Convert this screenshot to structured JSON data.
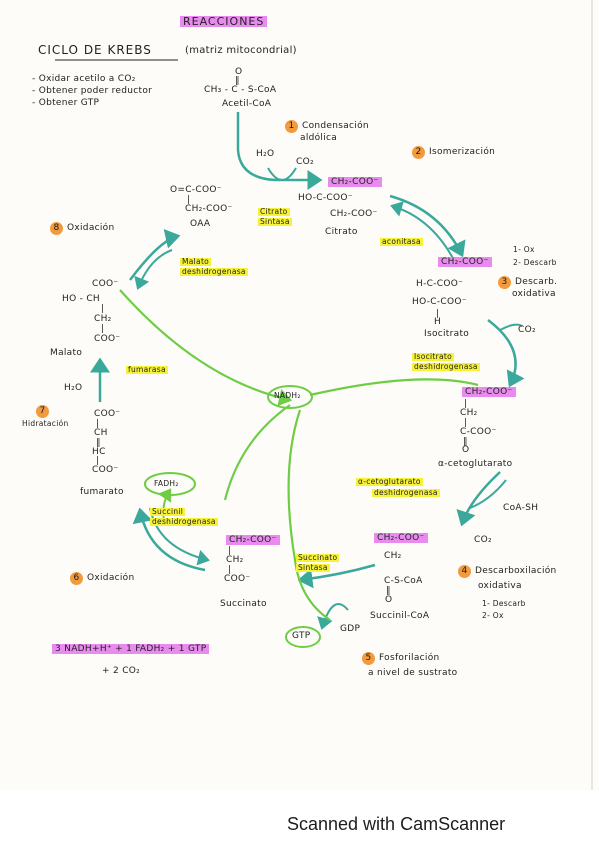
{
  "title": "REACCIONES",
  "heading": "CICLO DE KREBS",
  "heading_note": "(matriz mitocondrial)",
  "objectives": [
    "- Oxidar acetilo a CO₂",
    "- Obtener poder reductor",
    "- Obtener GTP"
  ],
  "acetylcoa": {
    "o": "O",
    "dbl": "‖",
    "formula": "CH₃ - C - S-CoA",
    "name": "Acetil-CoA"
  },
  "steps": [
    {
      "n": "1",
      "label": "Condensación",
      "label2": "aldólica"
    },
    {
      "n": "2",
      "label": "Isomerización"
    },
    {
      "n": "3",
      "label": "Descarb.",
      "label2": "oxidativa",
      "side1": "1- Ox",
      "side2": "2- Descarb"
    },
    {
      "n": "4",
      "label": "Descarboxilación",
      "label2": "oxidativa",
      "side1": "1- Descarb",
      "side2": "2- Ox"
    },
    {
      "n": "5",
      "label": "Fosforilación",
      "label2": "a nivel de sustrato"
    },
    {
      "n": "6",
      "label": "Oxidación"
    },
    {
      "n": "7",
      "label": "Hidratación"
    },
    {
      "n": "8",
      "label": "Oxidación"
    }
  ],
  "enzymes": {
    "citrato_sintasa": [
      "Citrato",
      "Sintasa"
    ],
    "aconitasa": "aconitasa",
    "isocitrato_dh": [
      "Isocitrato",
      "deshidrogenasa"
    ],
    "akg_dh": [
      "α-cetoglutarato",
      "deshidrogenasa"
    ],
    "succinato_sintasa": [
      "Succinato",
      "Sintasa"
    ],
    "succinil_dh": [
      "Succinil",
      "deshidrogenasa"
    ],
    "fumarasa": "fumarasa",
    "malato_dh": [
      "Malato",
      "deshidrogenasa"
    ]
  },
  "molecules": {
    "oaa": {
      "l1": "O=C-COO⁻",
      "l2": "|",
      "l3": "CH₂-COO⁻",
      "name": "OAA"
    },
    "citrato": {
      "l1": "CH₂-COO⁻",
      "l2": "HO-C-COO⁻",
      "l3": "CH₂-COO⁻",
      "name": "Citrato"
    },
    "isocitrato": {
      "l1": "CH₂-COO⁻",
      "l2": "H-C-COO⁻",
      "l3": "HO-C-COO⁻",
      "l4": "|",
      "l5": "H",
      "name": "Isocitrato"
    },
    "akg": {
      "l1": "CH₂-COO⁻",
      "l2": "|",
      "l3": "CH₂",
      "l4": "|",
      "l5": "C-COO⁻",
      "l6": "‖",
      "l7": "O",
      "name": "α-cetoglutarato"
    },
    "succoa": {
      "l1": "CH₂-COO⁻",
      "l2": "CH₂",
      "l3": "C-S-CoA",
      "l4": "‖",
      "l5": "O",
      "name": "Succinil-CoA"
    },
    "succinato": {
      "l1": "CH₂-COO⁻",
      "l2": "|",
      "l3": "CH₂",
      "l4": "|",
      "l5": "COO⁻",
      "name": "Succinato"
    },
    "fumarato": {
      "l1": "COO⁻",
      "l2": "|",
      "l3": "CH",
      "l4": "‖",
      "l5": "HC",
      "l6": "|",
      "l7": "COO⁻",
      "name": "fumarato"
    },
    "malato": {
      "l1": "COO⁻",
      "l2": "HO - CH",
      "l3": "|",
      "l4": "CH₂",
      "l5": "|",
      "l6": "COO⁻",
      "name": "Malato"
    }
  },
  "cofactors": {
    "h2o_top": "H₂O",
    "co2_top": "CO₂",
    "co2_isocit": "CO₂",
    "co2_akg": "CO₂",
    "coash": "CoA-SH",
    "nadh": "NADH₂",
    "fadh": "FADH₂",
    "gtp": "GTP",
    "gdp": "GDP",
    "h2o_left": "H₂O"
  },
  "summary": {
    "line1": "3 NADH+H⁺ + 1 FADH₂ + 1 GTP",
    "line2": "+ 2 CO₂"
  },
  "footer": "Scanned with CamScanner",
  "colors": {
    "arrow": "#3aa99b",
    "green_loop": "#6ecd44",
    "highlight": "#f6f23a",
    "pink": "#e98bee",
    "step_badge": "#f29a3e"
  }
}
